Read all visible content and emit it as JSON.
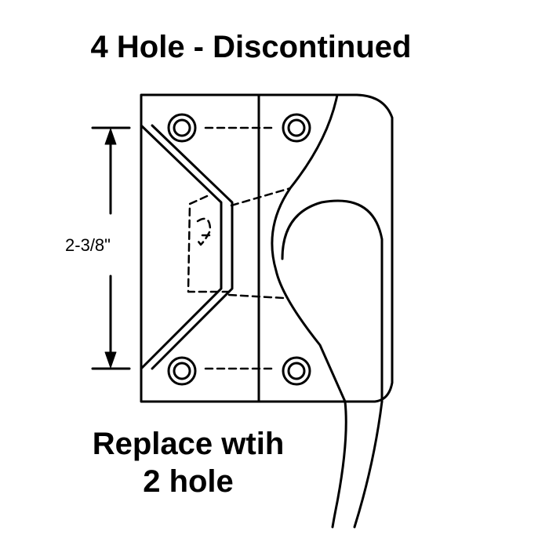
{
  "header": {
    "title": "4 Hole - Discontinued"
  },
  "diagram": {
    "dimension_label": "2-3/8\"",
    "line_color": "#000000",
    "background_color": "#ffffff"
  },
  "footer": {
    "line1": "Replace wtih",
    "line2": "2 hole"
  }
}
